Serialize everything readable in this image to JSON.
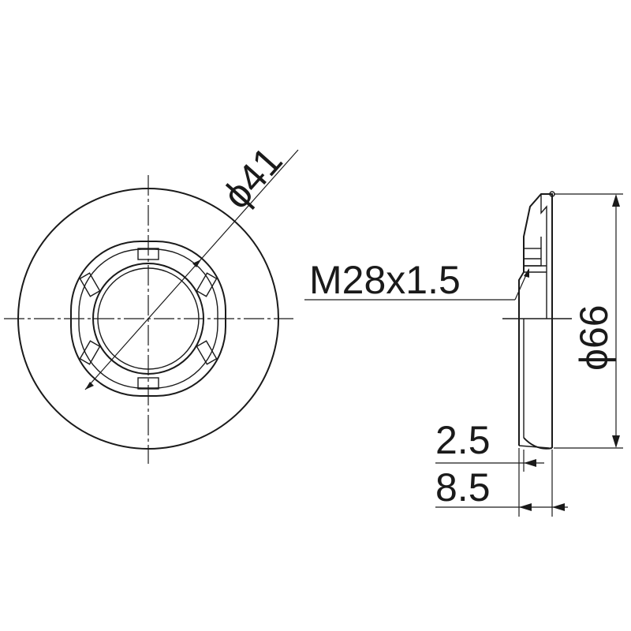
{
  "front_view": {
    "diameter_label": "ϕ41"
  },
  "side_view": {
    "thread_label": "M28x1.5",
    "outer_diameter_label": "ϕ66",
    "dim_small_label": "2.5",
    "dim_large_label": "8.5"
  }
}
